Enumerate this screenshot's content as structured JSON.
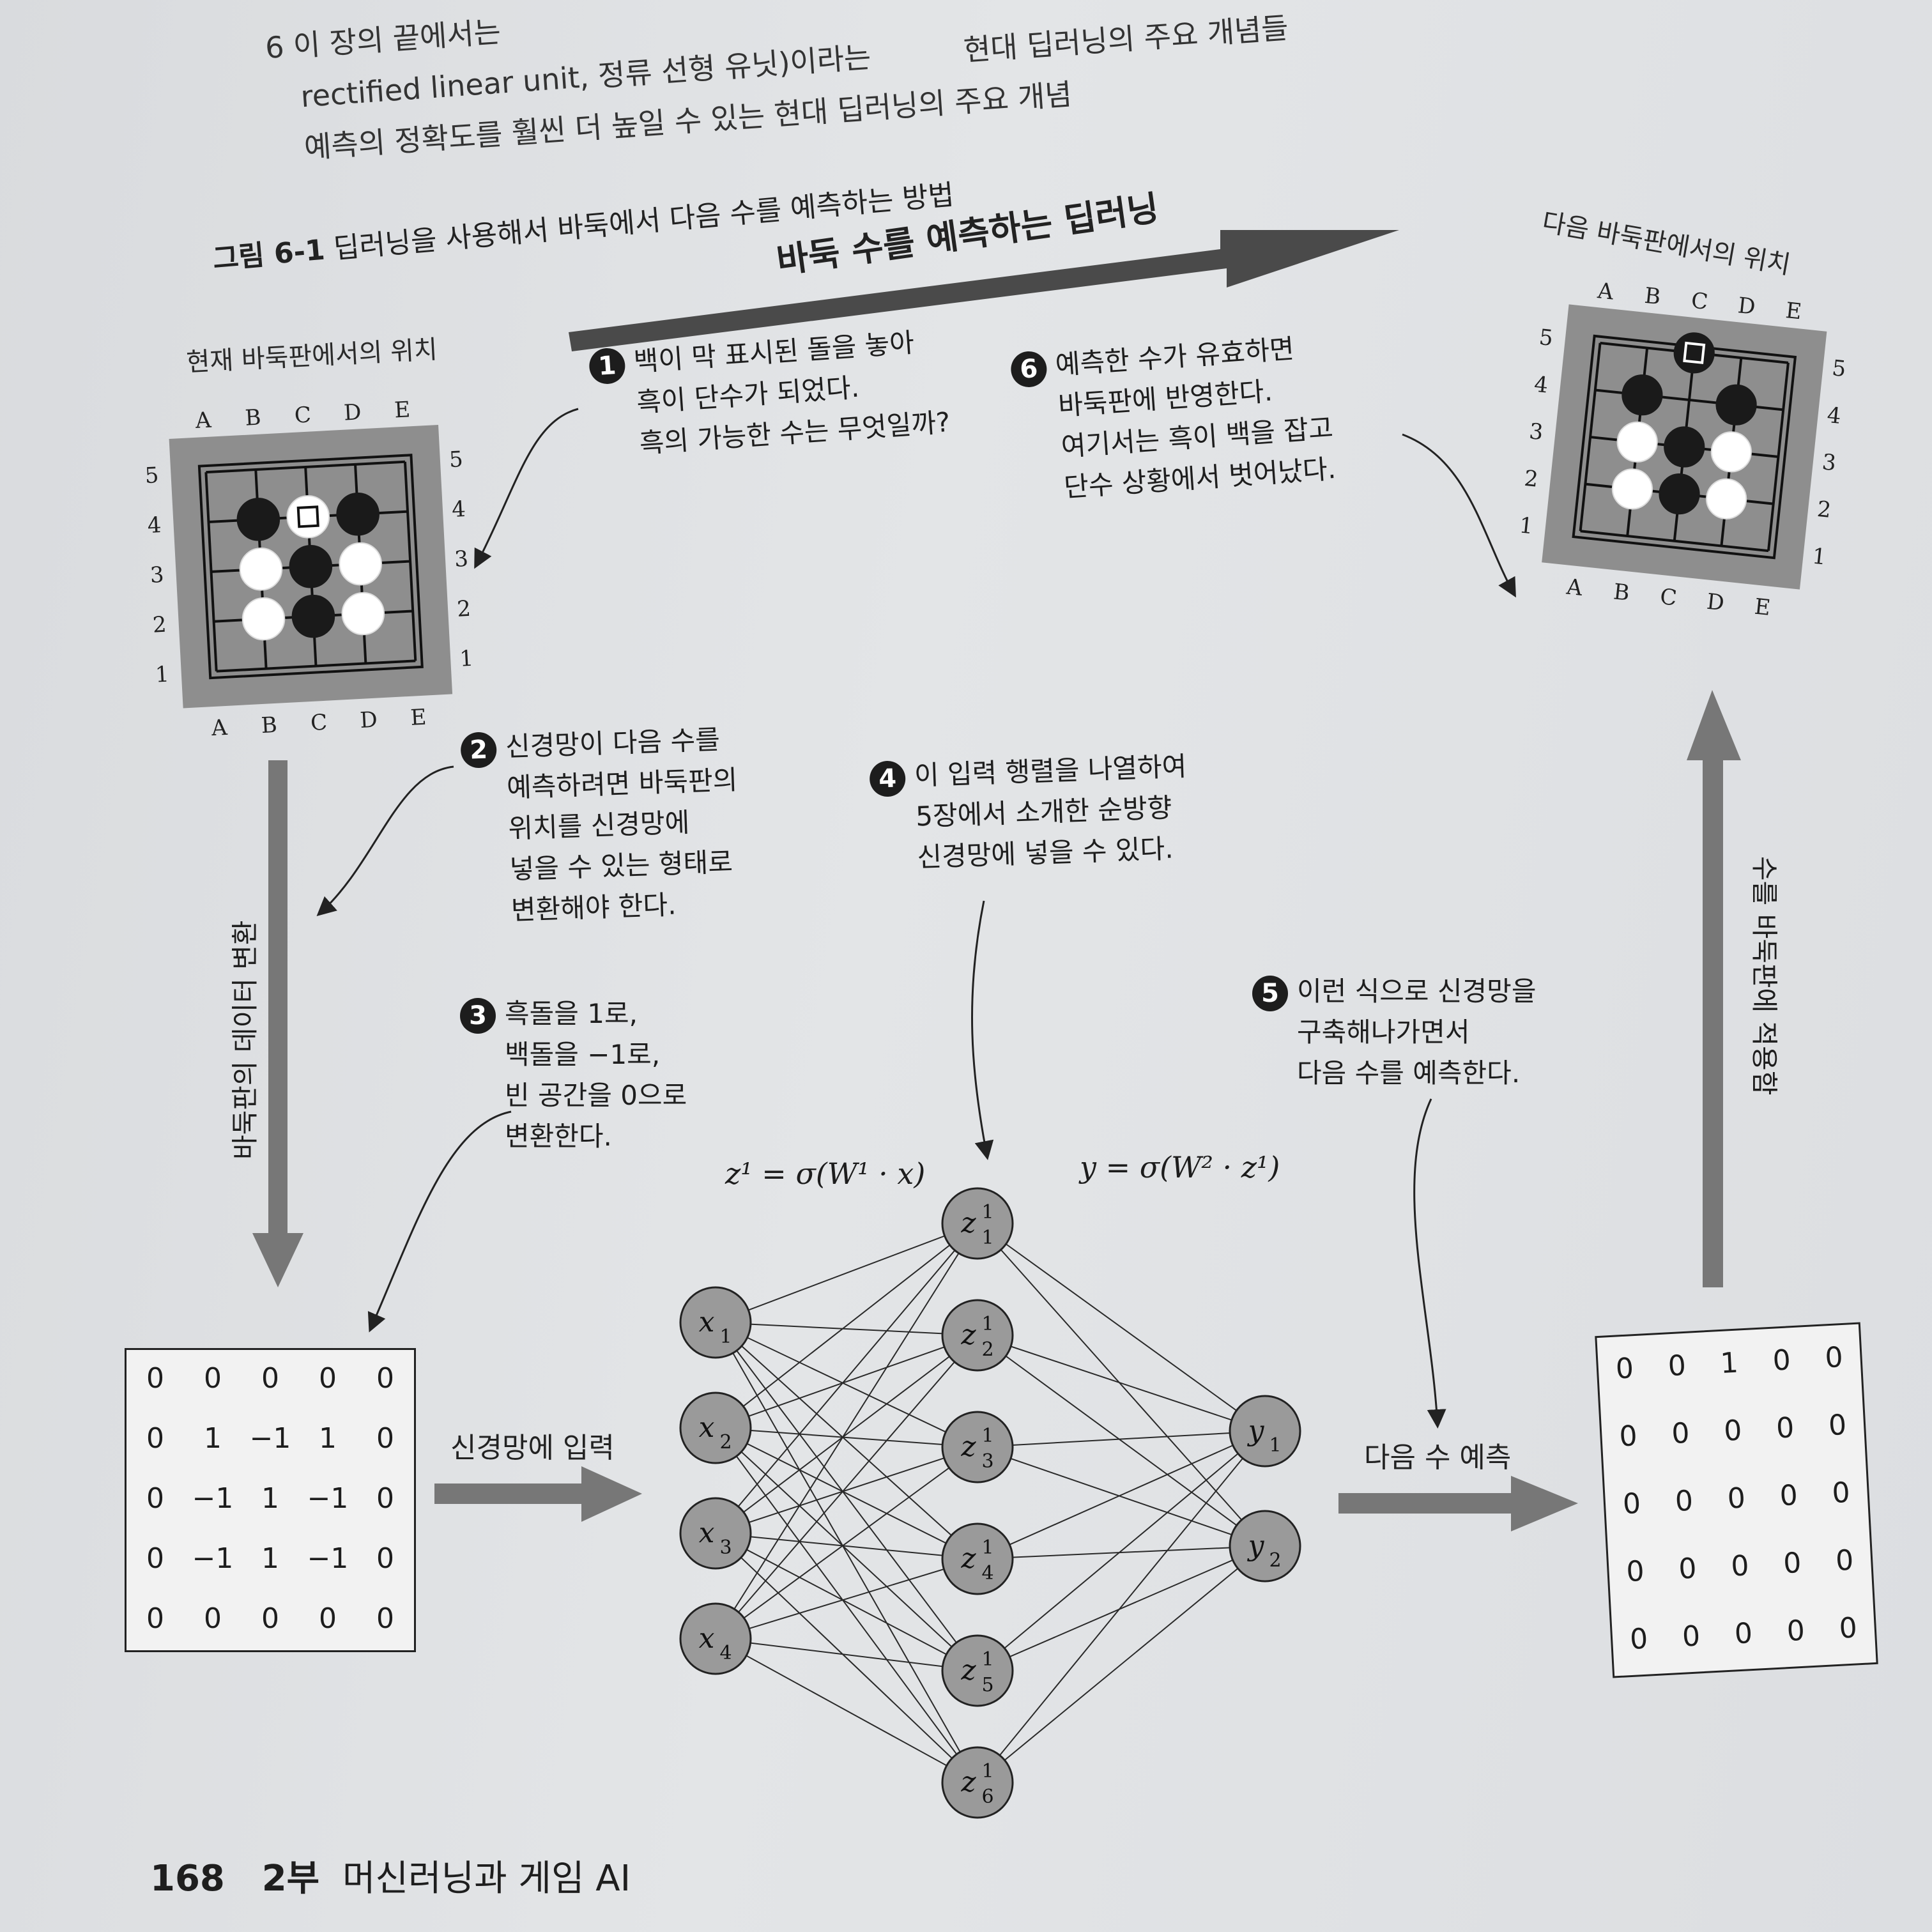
{
  "intro": {
    "line1": "6 이 장의 끝에서는",
    "line2": "rectified linear unit, 정류 선형 유닛)이라는",
    "line2b": "현대 딥러닝의 주요 개념들",
    "line3": "예측의 정확도를 훨씬 더 높일 수 있는 현대 딥러닝의 주요 개념"
  },
  "figure": {
    "caption_num": "그림 6-1",
    "caption_text": "딥러닝을 사용해서 바둑에서 다음 수를 예측하는 방법",
    "banner": "바둑 수를 예측하는 딥러닝",
    "current_board_title": "현재 바둑판에서의 위치",
    "next_board_title": "다음 바둑판에서의 위치",
    "col_labels": [
      "A",
      "B",
      "C",
      "D",
      "E"
    ],
    "row_labels": [
      "5",
      "4",
      "3",
      "2",
      "1"
    ],
    "current_board": [
      [
        "",
        "",
        "",
        "",
        ""
      ],
      [
        "",
        "B",
        "Wm",
        "B",
        ""
      ],
      [
        "",
        "W",
        "B",
        "W",
        ""
      ],
      [
        "",
        "W",
        "B",
        "W",
        ""
      ],
      [
        "",
        "",
        "",
        "",
        ""
      ]
    ],
    "next_board": [
      [
        "",
        "",
        "Bm",
        "",
        ""
      ],
      [
        "",
        "B",
        "",
        "B",
        ""
      ],
      [
        "",
        "W",
        "B",
        "W",
        ""
      ],
      [
        "",
        "W",
        "B",
        "W",
        ""
      ],
      [
        "",
        "",
        "",
        "",
        ""
      ]
    ],
    "steps": {
      "s1": {
        "num": "1",
        "lines": [
          "백이 막 표시된 돌을 놓아",
          "흑이 단수가 되었다.",
          "흑의 가능한 수는 무엇일까?"
        ]
      },
      "s2": {
        "num": "2",
        "lines": [
          "신경망이 다음 수를",
          "예측하려면 바둑판의",
          "위치를 신경망에",
          "넣을 수 있는 형태로",
          "변환해야 한다."
        ]
      },
      "s3": {
        "num": "3",
        "lines": [
          "흑돌을 1로,",
          "백돌을 −1로,",
          "빈 공간을 0으로",
          "변환한다."
        ]
      },
      "s4": {
        "num": "4",
        "lines": [
          "이 입력 행렬을 나열하여",
          "5장에서 소개한 순방향",
          "신경망에 넣을 수 있다."
        ]
      },
      "s5": {
        "num": "5",
        "lines": [
          "이런 식으로 신경망을",
          "구축해나가면서",
          "다음 수를 예측한다."
        ]
      },
      "s6": {
        "num": "6",
        "lines": [
          "예측한 수가 유효하면",
          "바둑판에 반영한다.",
          "여기서는 흑이 백을 잡고",
          "단수 상황에서 벗어났다."
        ]
      }
    },
    "left_vertical_label": "바둑판의 데이터 변환",
    "right_vertical_label": "수를 바둑판에 적용함",
    "input_label": "신경망에 입력",
    "predict_label": "다음 수 예측",
    "input_matrix": [
      [
        "0",
        "0",
        "0",
        "0",
        "0"
      ],
      [
        "0",
        "1",
        "−1",
        "1",
        "0"
      ],
      [
        "0",
        "−1",
        "1",
        "−1",
        "0"
      ],
      [
        "0",
        "−1",
        "1",
        "−1",
        "0"
      ],
      [
        "0",
        "0",
        "0",
        "0",
        "0"
      ]
    ],
    "output_matrix": [
      [
        "0",
        "0",
        "1",
        "0",
        "0"
      ],
      [
        "0",
        "0",
        "0",
        "0",
        "0"
      ],
      [
        "0",
        "0",
        "0",
        "0",
        "0"
      ],
      [
        "0",
        "0",
        "0",
        "0",
        "0"
      ],
      [
        "0",
        "0",
        "0",
        "0",
        "0"
      ]
    ],
    "formula1": "z¹ = σ(W¹ · x)",
    "formula2": "y = σ(W² · z¹)",
    "inputs": [
      {
        "v": "x",
        "s": "1"
      },
      {
        "v": "x",
        "s": "2"
      },
      {
        "v": "x",
        "s": "3"
      },
      {
        "v": "x",
        "s": "4"
      }
    ],
    "hidden": [
      {
        "v": "z",
        "s": "1"
      },
      {
        "v": "z",
        "s": "2"
      },
      {
        "v": "z",
        "s": "3"
      },
      {
        "v": "z",
        "s": "4"
      },
      {
        "v": "z",
        "s": "5"
      },
      {
        "v": "z",
        "s": "6"
      }
    ],
    "hidden_sup": "1",
    "outputs": [
      {
        "v": "y",
        "s": "1"
      },
      {
        "v": "y",
        "s": "2"
      }
    ]
  },
  "footer": {
    "page": "168",
    "part": "2부",
    "title": "머신러닝과 게임 AI"
  }
}
